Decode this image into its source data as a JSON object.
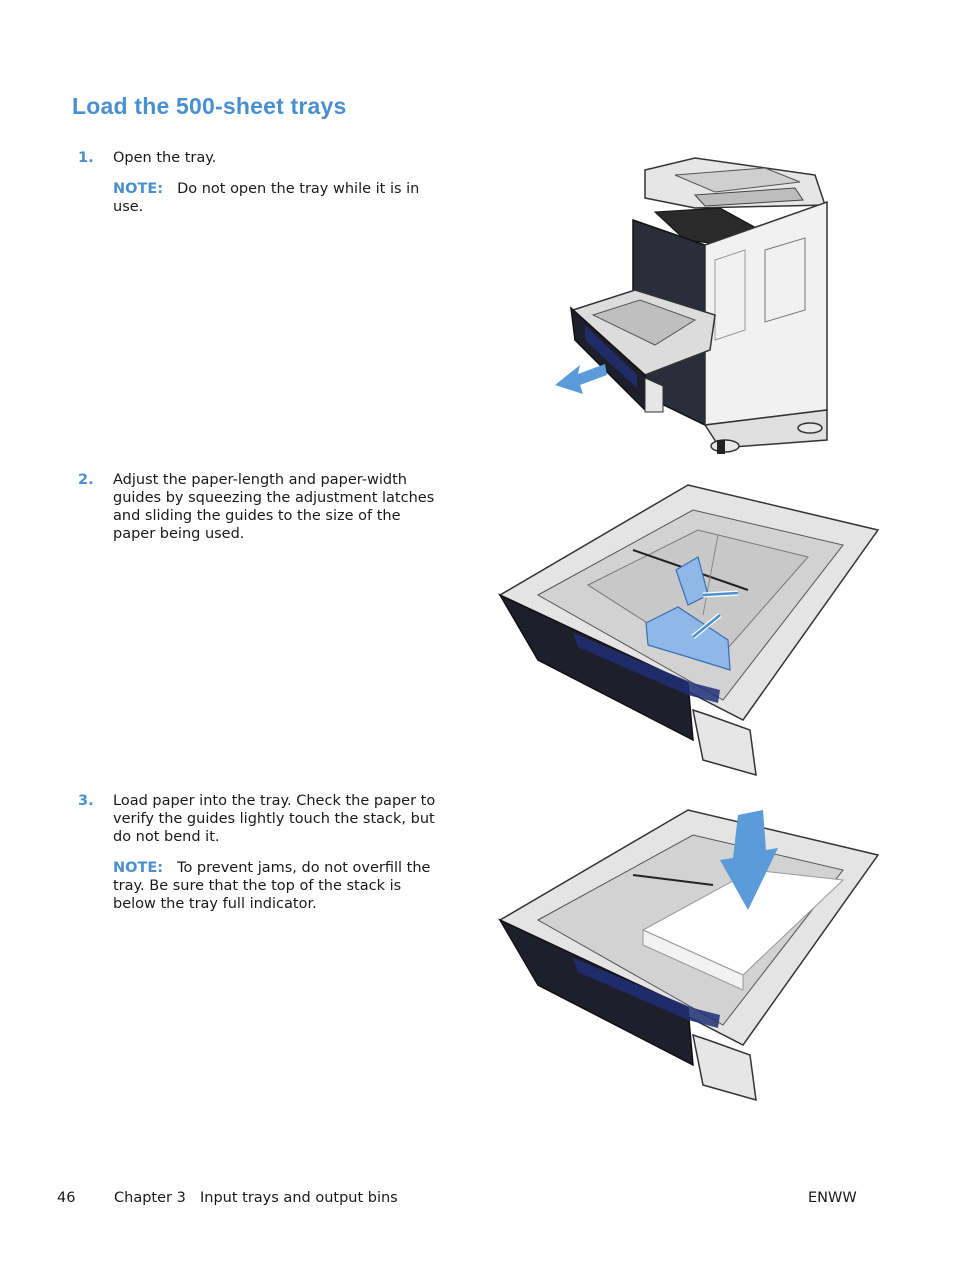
{
  "page": {
    "title": "Load the 500-sheet trays"
  },
  "steps": [
    {
      "number": "1.",
      "text": "Open the tray.",
      "note_label": "NOTE:",
      "note_text": "Do not open the tray while it is in use.",
      "figure": "printer-tray-open-illustration"
    },
    {
      "number": "2.",
      "text": "Adjust the paper-length and paper-width guides by squeezing the adjustment latches and sliding the guides to the size of the paper being used.",
      "figure": "tray-guides-adjust-illustration"
    },
    {
      "number": "3.",
      "text": "Load paper into the tray. Check the paper to verify the guides lightly touch the stack, but do not bend it.",
      "note_label": "NOTE:",
      "note_text": "To prevent jams, do not overfill the tray. Be sure that the top of the stack is below the tray full indicator.",
      "figure": "tray-load-paper-illustration"
    }
  ],
  "footer": {
    "page_number": "46",
    "chapter": "Chapter 3",
    "chapter_title": "Input trays and output bins",
    "doc_code": "ENWW"
  },
  "colors": {
    "accent": "#4a8fcf",
    "arrow": "#5b9bd9",
    "guide": "#8fb8e8",
    "tray_front": "#1e1f2a",
    "tray_body": "#e4e4e4"
  }
}
